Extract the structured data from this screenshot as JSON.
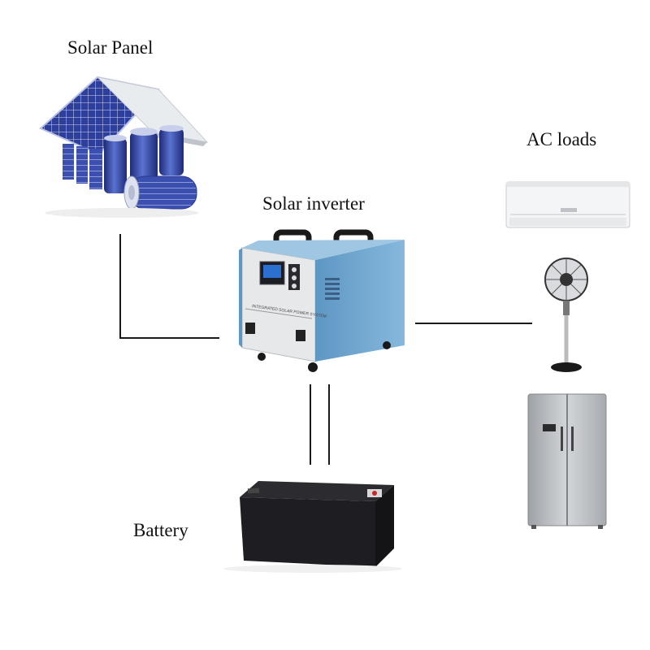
{
  "labels": {
    "solar_panel": "Solar Panel",
    "solar_inverter": "Solar inverter",
    "ac_loads": "AC loads",
    "battery": "Battery"
  },
  "inverter": {
    "front_text": "INTEGRATED SOLAR POWER SYSTEM"
  },
  "colors": {
    "line": "#1a1a1a",
    "inverter_body": "#6fa6cf",
    "inverter_front": "#e6e8ea",
    "solar_cell": "#2d3f9a",
    "battery": "#1e1e22",
    "fridge": "#b9bcc0"
  },
  "icons": [
    "house-solar-panel-icon",
    "solar-inverter-icon",
    "air-conditioner-icon",
    "standing-fan-icon",
    "refrigerator-icon",
    "battery-icon"
  ]
}
